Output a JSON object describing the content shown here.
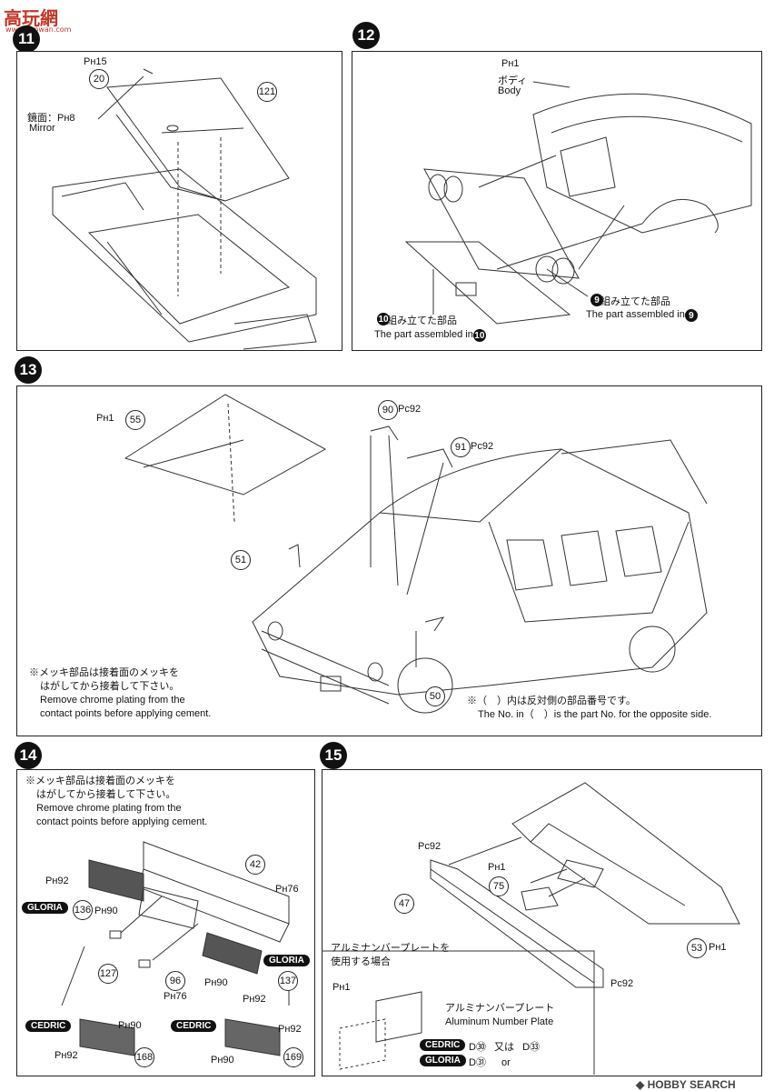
{
  "watermark_site": "高玩網",
  "watermark_url": "www.gaowan.com",
  "steps": {
    "s11": "11",
    "s12": "12",
    "s13": "13",
    "s14": "14",
    "s15": "15"
  },
  "step11": {
    "p20": "20",
    "ph15": "Pн15",
    "p121": "121",
    "mirror_jp": "鏡面：",
    "ph8": "Pн8",
    "mirror_en": "Mirror"
  },
  "step12": {
    "ph1": "Pн1",
    "body_jp": "ボディ",
    "body_en": "Body",
    "part9_num": "9",
    "part9_jp": "で組み立てた部品",
    "part9_en": "The part assembled in",
    "part10_num": "10",
    "part10_jp": "で組み立てた部品",
    "part10_en": "The part assembled in"
  },
  "step13": {
    "ph1": "Pн1",
    "p55": "55",
    "p90": "90",
    "pc92a": "Pc92",
    "p91": "91",
    "pc92b": "Pc92",
    "p51": "51",
    "p50": "50",
    "chrome_jp1": "※メッキ部品は接着面のメッキを",
    "chrome_jp2": "はがしてから接着して下さい。",
    "chrome_en1": "Remove chrome plating from the",
    "chrome_en2": "contact points before applying cement.",
    "opp_jp": "※（　）内は反対側の部品番号です。",
    "opp_en": "The No. in（　）is the part No. for the opposite side."
  },
  "step14": {
    "chrome_jp1": "※メッキ部品は接着面のメッキを",
    "chrome_jp2": "はがしてから接着して下さい。",
    "chrome_en1": "Remove chrome plating from the",
    "chrome_en2": "contact points before applying cement.",
    "p42": "42",
    "ph76a": "Pн76",
    "ph92a": "Pн92",
    "gloria1": "GLORIA",
    "p136": "136",
    "ph90a": "Pн90",
    "p127": "127",
    "p96": "96",
    "ph76b": "Pн76",
    "ph90b": "Pн90",
    "ph92b": "Pн92",
    "gloria2": "GLORIA",
    "p137": "137",
    "cedric1": "CEDRIC",
    "ph90c": "Pн90",
    "ph92c": "Pн92",
    "p168": "168",
    "cedric2": "CEDRIC",
    "ph92d": "Pн92",
    "ph90d": "Pн90",
    "p169": "169"
  },
  "step15": {
    "pc92a": "Pc92",
    "ph1a": "Pн1",
    "p75": "75",
    "p47": "47",
    "p53": "53",
    "ph1b": "Pн1",
    "pc92b": "Pc92",
    "alu_jp1": "アルミナンバープレートを",
    "alu_jp2": "使用する場合",
    "ph1c": "Pн1",
    "alu_plate_jp": "アルミナンバープレート",
    "alu_plate_en": "Aluminum Number Plate",
    "cedric": "CEDRIC",
    "d30": "D㉚",
    "mata": "又は",
    "d33": "D㉝",
    "gloria": "GLORIA",
    "d31": "D㉛",
    "or": "or"
  },
  "footer": {
    "logo": "HOBBY SEARCH"
  }
}
